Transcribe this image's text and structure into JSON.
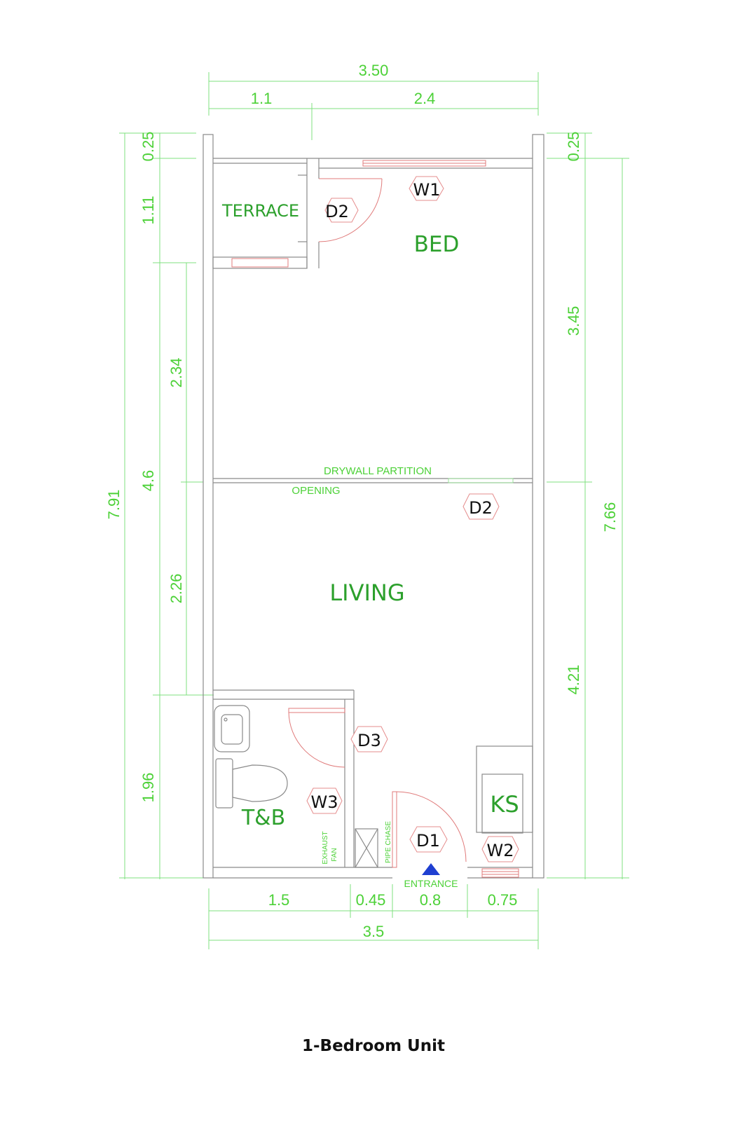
{
  "caption": "1-Bedroom Unit",
  "rooms": {
    "terrace": "TERRACE",
    "bed": "BED",
    "living": "LIVING",
    "tb": "T&B",
    "ks": "KS"
  },
  "tags": {
    "d2_terrace": "D2",
    "w1": "W1",
    "d2_living": "D2",
    "d3": "D3",
    "w3": "W3",
    "d1": "D1",
    "w2": "W2"
  },
  "notes": {
    "drywall": "DRYWALL PARTITION",
    "opening": "OPENING",
    "entrance": "ENTRANCE",
    "exhaust_1": "EXHAUST",
    "exhaust_2": "FAN",
    "pipe_chase": "PIPE CHASE"
  },
  "dimensions": {
    "top_total": "3.50",
    "top_left": "1.1",
    "top_right": "2.4",
    "left_a": "0.25",
    "left_b": "1.11",
    "left_total": "7.91",
    "left_c": "4.6",
    "left_d": "2.34",
    "left_e": "2.26",
    "left_f": "1.96",
    "right_a": "0.25",
    "right_b": "3.45",
    "right_total": "7.66",
    "right_c": "4.21",
    "bottom_a": "1.5",
    "bottom_b": "0.45",
    "bottom_c": "0.8",
    "bottom_d": "0.75",
    "bottom_total": "3.5"
  },
  "colors": {
    "dimension": "#4cd137",
    "room_label": "#2ca02c",
    "entrance_marker": "#1f3fd1"
  }
}
